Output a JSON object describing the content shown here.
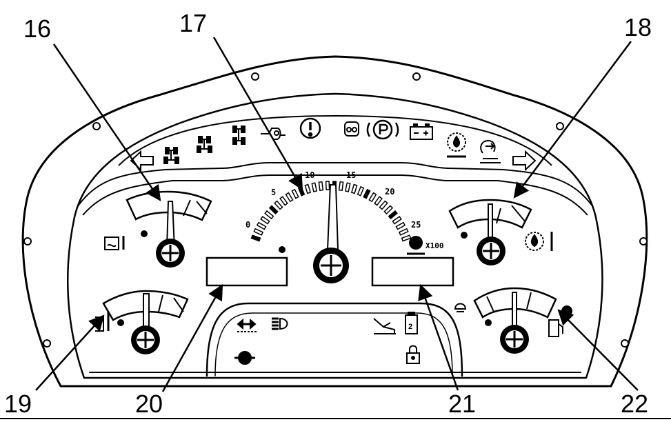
{
  "callouts": {
    "c16": "16",
    "c17": "17",
    "c18": "18",
    "c19": "19",
    "c20": "20",
    "c21": "21",
    "c22": "22"
  },
  "tachometer": {
    "scale": [
      "0",
      "5",
      "10",
      "15",
      "20",
      "25"
    ],
    "multiplier": "X100"
  },
  "lower_panel": {
    "badge_number": "2"
  },
  "indicator_icons": [
    "left-turn-arrow-icon",
    "two-wheel-steer-icon",
    "four-wheel-steer-icon",
    "crab-steer-icon",
    "hydraulic-icon",
    "master-warning-icon",
    "glow-plug-icon",
    "parking-brake-icon",
    "battery-icon",
    "engine-oil-pressure-icon",
    "transmission-icon",
    "right-turn-arrow-icon"
  ],
  "gauges": [
    "coolant-temperature-gauge",
    "engine-speed-gauge",
    "oil-pressure-gauge",
    "hydraulic-temperature-gauge",
    "fuel-level-gauge"
  ],
  "displays": [
    "left-lcd-display",
    "right-lcd-display"
  ],
  "colors": {
    "ink": "#000000",
    "paper": "#ffffff"
  }
}
